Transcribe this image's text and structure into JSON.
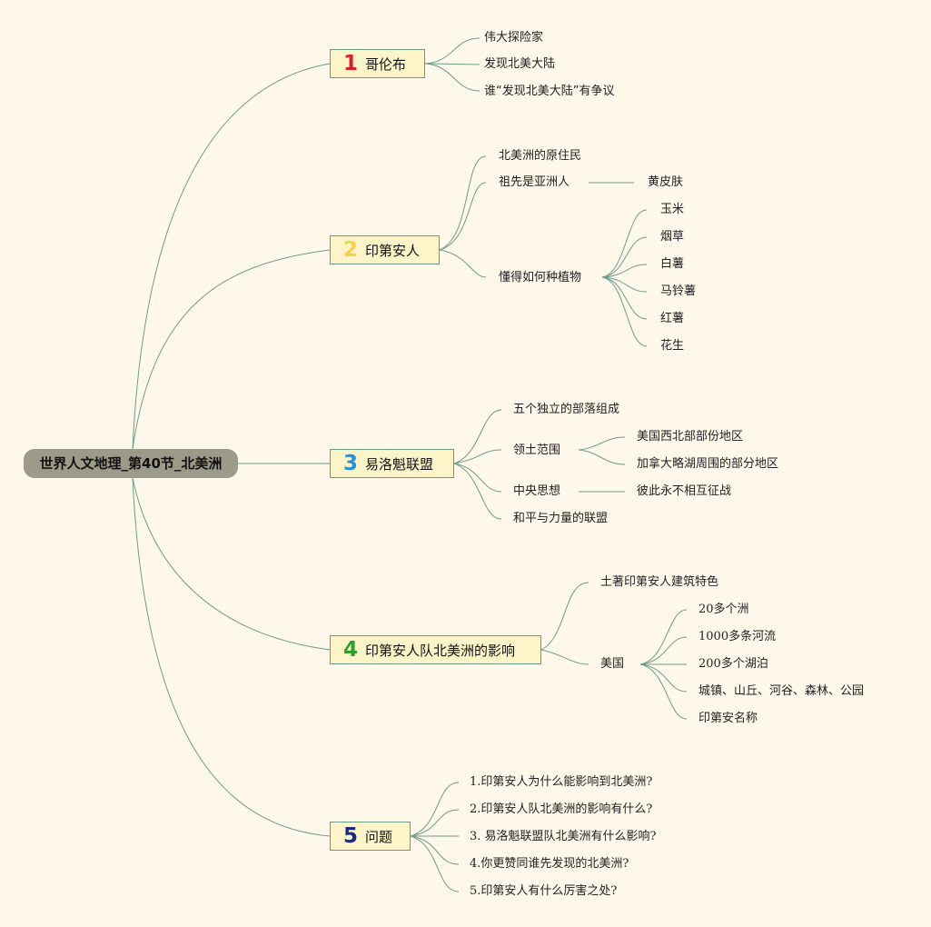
{
  "root": "世界人文地理_第40节_北美洲",
  "branches": [
    {
      "num": "1",
      "label": "哥伦布",
      "color": "#d4232e"
    },
    {
      "num": "2",
      "label": "印第安人",
      "color": "#f5d24b"
    },
    {
      "num": "3",
      "label": "易洛魁联盟",
      "color": "#2b8fd2"
    },
    {
      "num": "4",
      "label": "印第安人队北美洲的影响",
      "color": "#2e9e2e"
    },
    {
      "num": "5",
      "label": "问题",
      "color": "#1c2a78"
    }
  ],
  "b1": {
    "items": [
      "伟大探险家",
      "发现北美大陆",
      "谁“发现北美大陆”有争议"
    ]
  },
  "b2": {
    "items": [
      "北美洲的原住民",
      "祖先是亚洲人",
      "懂得如何种植物"
    ],
    "ancestor_detail": "黄皮肤",
    "plants": [
      "玉米",
      "烟草",
      "白薯",
      "马铃薯",
      "红薯",
      "花生"
    ]
  },
  "b3": {
    "items": [
      "五个独立的部落组成",
      "领土范围",
      "中央思想",
      "和平与力量的联盟"
    ],
    "territory": [
      "美国西北部部份地区",
      "加拿大略湖周围的部分地区"
    ],
    "idea_detail": "彼此永不相互征战"
  },
  "b4": {
    "items": [
      "土著印第安人建筑特色",
      "美国"
    ],
    "usa": [
      "20多个洲",
      "1000多条河流",
      "200多个湖泊",
      "城镇、山丘、河谷、森林、公园",
      "印第安名称"
    ]
  },
  "b5": {
    "items": [
      "1.印第安人为什么能影响到北美洲?",
      "2.印第安人队北美洲的影响有什么?",
      "3. 易洛魁联盟队北美洲有什么影响?",
      "4.你更赞同谁先发现的北美洲?",
      "5.印第安人有什么厉害之处?"
    ]
  }
}
